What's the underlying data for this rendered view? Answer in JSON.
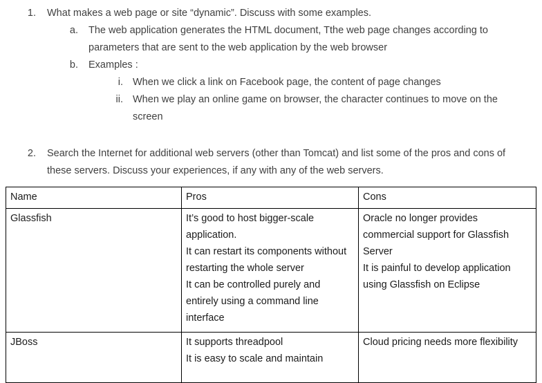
{
  "document": {
    "outline": [
      {
        "level": 1,
        "marker": "1.",
        "text": "What makes a web page or site “dynamic”. Discuss with some examples."
      },
      {
        "level": 2,
        "marker": "a.",
        "text": "The web application generates the HTML document, Tthe web page changes according to parameters that are sent to the web application by the web browser"
      },
      {
        "level": 2,
        "marker": "b.",
        "text": "Examples :"
      },
      {
        "level": 3,
        "marker": "i.",
        "text": "When we click a link on Facebook page, the content of page changes"
      },
      {
        "level": 3,
        "marker": "ii.",
        "text": "When we play an online game on browser, the character continues to move on the screen"
      },
      {
        "level": 1,
        "marker": "2.",
        "text": "Search the Internet for additional web servers (other than Tomcat) and list some of the pros and cons of these servers. Discuss your experiences, if any with any of the web servers."
      }
    ],
    "table": {
      "headers": [
        "Name",
        "Pros",
        "Cons"
      ],
      "rows": [
        {
          "name": "Glassfish",
          "pros": [
            "It’s good to host bigger-scale application.",
            "It can restart its components without restarting the whole server",
            "It can be controlled purely and entirely using a command line interface"
          ],
          "cons": [
            "Oracle no longer provides commercial support for Glassfish Server",
            "It is painful to develop application using Glassfish on Eclipse"
          ]
        },
        {
          "name": "JBoss",
          "pros": [
            "It supports threadpool",
            "It is easy to scale and maintain"
          ],
          "cons": [
            "Cloud pricing needs more flexibility"
          ]
        }
      ]
    }
  },
  "colors": {
    "page_background": "#ffffff",
    "outline_text": "#404040",
    "table_text": "#1b1b1b",
    "table_border": "#000000"
  }
}
